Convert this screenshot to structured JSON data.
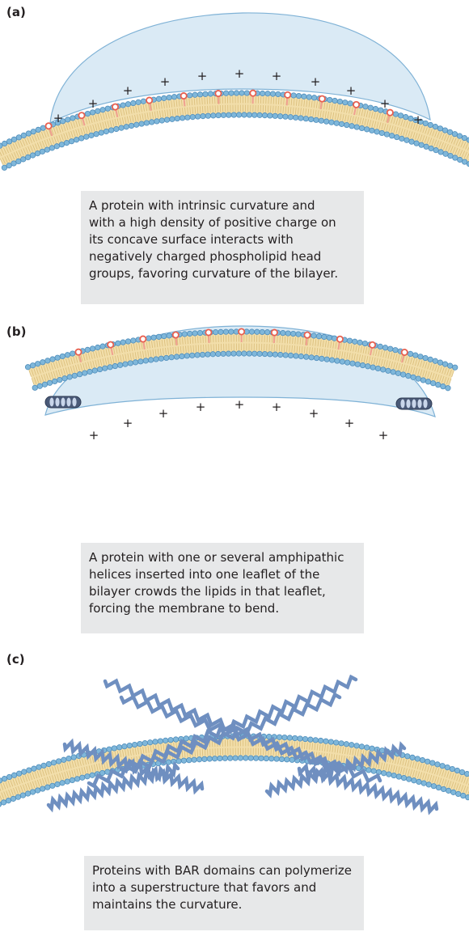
{
  "panels": [
    {
      "label": "(a)",
      "caption_lines": [
        "A protein with intrinsic curvature and",
        "with a high density of positive charge on",
        "its concave surface interacts with",
        "negatively charged phospholipid head",
        "groups, favoring curvature of the bilayer."
      ],
      "charge_symbol": "+"
    },
    {
      "label": "(b)",
      "caption_lines": [
        "A protein with one or several amphipathic",
        "helices inserted into one leaflet of the",
        "bilayer crowds the lipids in that leaflet,",
        "forcing the membrane to bend."
      ],
      "charge_symbol": "+"
    },
    {
      "label": "(c)",
      "caption_lines": [
        "Proteins with BAR domains can polymerize",
        "into a superstructure that favors and",
        "maintains the curvature."
      ]
    }
  ],
  "colors": {
    "protein_fill": "#d6e8f4",
    "protein_stroke": "#7fb2d6",
    "head_group": "#7fb7da",
    "lipid_tail": "#f2deaa",
    "lipid_line": "#d9bd7a",
    "negative_head": "#e8604f",
    "helix": "#6f8fc0",
    "caption_bg": "#e7e8e9"
  }
}
